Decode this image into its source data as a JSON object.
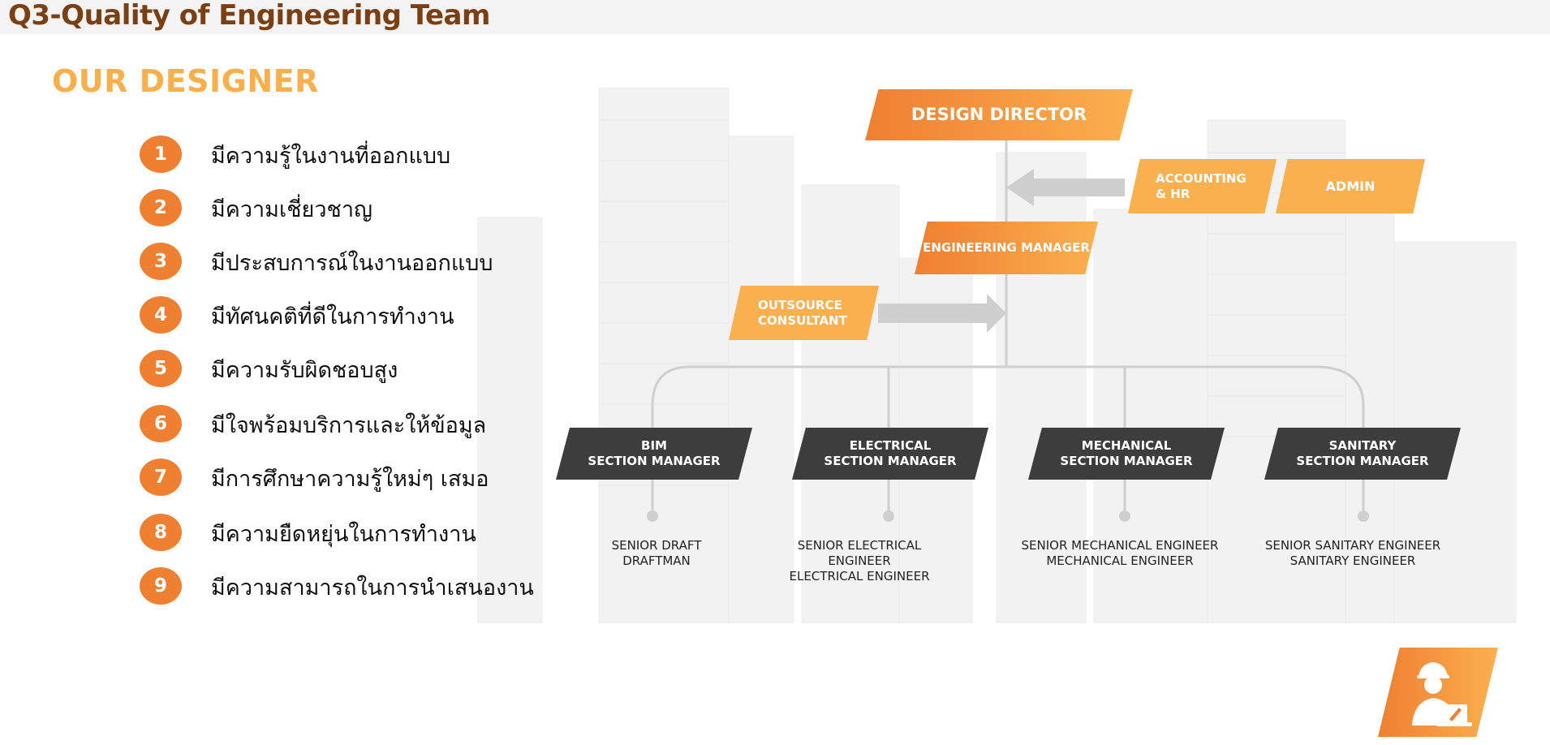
{
  "header": {
    "title": "Q3-Quality of Engineering Team"
  },
  "section_title": "OUR DESIGNER",
  "qualities": [
    {
      "num": "1",
      "text": "มีความรู้ในงานที่ออกแบบ"
    },
    {
      "num": "2",
      "text": "มีความเชี่ยวชาญ"
    },
    {
      "num": "3",
      "text": "มีประสบการณ์ในงานออกแบบ"
    },
    {
      "num": "4",
      "text": "มีทัศนคติที่ดีในการทำงาน"
    },
    {
      "num": "5",
      "text": "มีความรับผิดชอบสูง"
    },
    {
      "num": "6",
      "text": "มีใจพร้อมบริการและให้ข้อมูล"
    },
    {
      "num": "7",
      "text": "มีการศึกษาความรู้ใหม่ๆ เสมอ"
    },
    {
      "num": "8",
      "text": "มีความยืดหยุ่นในการทำงาน"
    },
    {
      "num": "9",
      "text": "มีความสามารถในการนำเสนองาน"
    }
  ],
  "org": {
    "director": "DESIGN DIRECTOR",
    "accounting": "ACCOUNTING\n& HR",
    "admin": "ADMIN",
    "eng_manager": "ENGINEERING MANAGER",
    "outsource": "OUTSOURCE\nCONSULTANT",
    "sections": [
      {
        "label": "BIM\nSECTION MANAGER",
        "roles": "SENIOR DRAFT\nDRAFTMAN"
      },
      {
        "label": "ELECTRICAL\nSECTION MANAGER",
        "roles": "SENIOR ELECTRICAL ENGINEER\nELECTRICAL ENGINEER"
      },
      {
        "label": "MECHANICAL\nSECTION MANAGER",
        "roles": "SENIOR MECHANICAL ENGINEER\nMECHANICAL ENGINEER"
      },
      {
        "label": "SANITARY\nSECTION MANAGER",
        "roles": "SENIOR SANITARY  ENGINEER\nSANITARY ENGINEER"
      }
    ]
  },
  "colors": {
    "orange": "#ef7f31",
    "orange_light": "#fbb04f",
    "dark_box": "#3d3d3d",
    "header_text": "#7a3f12",
    "section_title": "#f9b04c"
  },
  "icons": {
    "corner": "engineer-laptop-icon"
  }
}
